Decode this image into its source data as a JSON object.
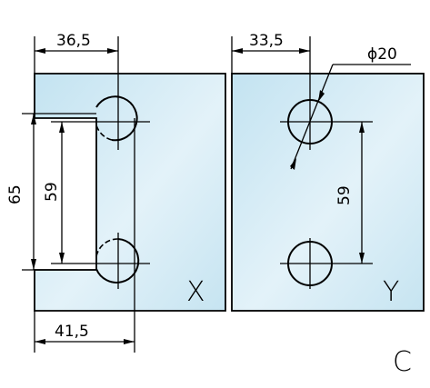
{
  "panels": {
    "left_label": "X",
    "right_label": "Y",
    "glass_color": "#c9e6f2",
    "glass_color_light": "#e6f4fa"
  },
  "dimensions": {
    "top_left": "36,5",
    "top_right": "33,5",
    "diameter": "ϕ20",
    "vertical_outer_left": "65",
    "vertical_inner_left": "59",
    "vertical_right": "59",
    "bottom_left": "41,5"
  },
  "variant_label": "C"
}
